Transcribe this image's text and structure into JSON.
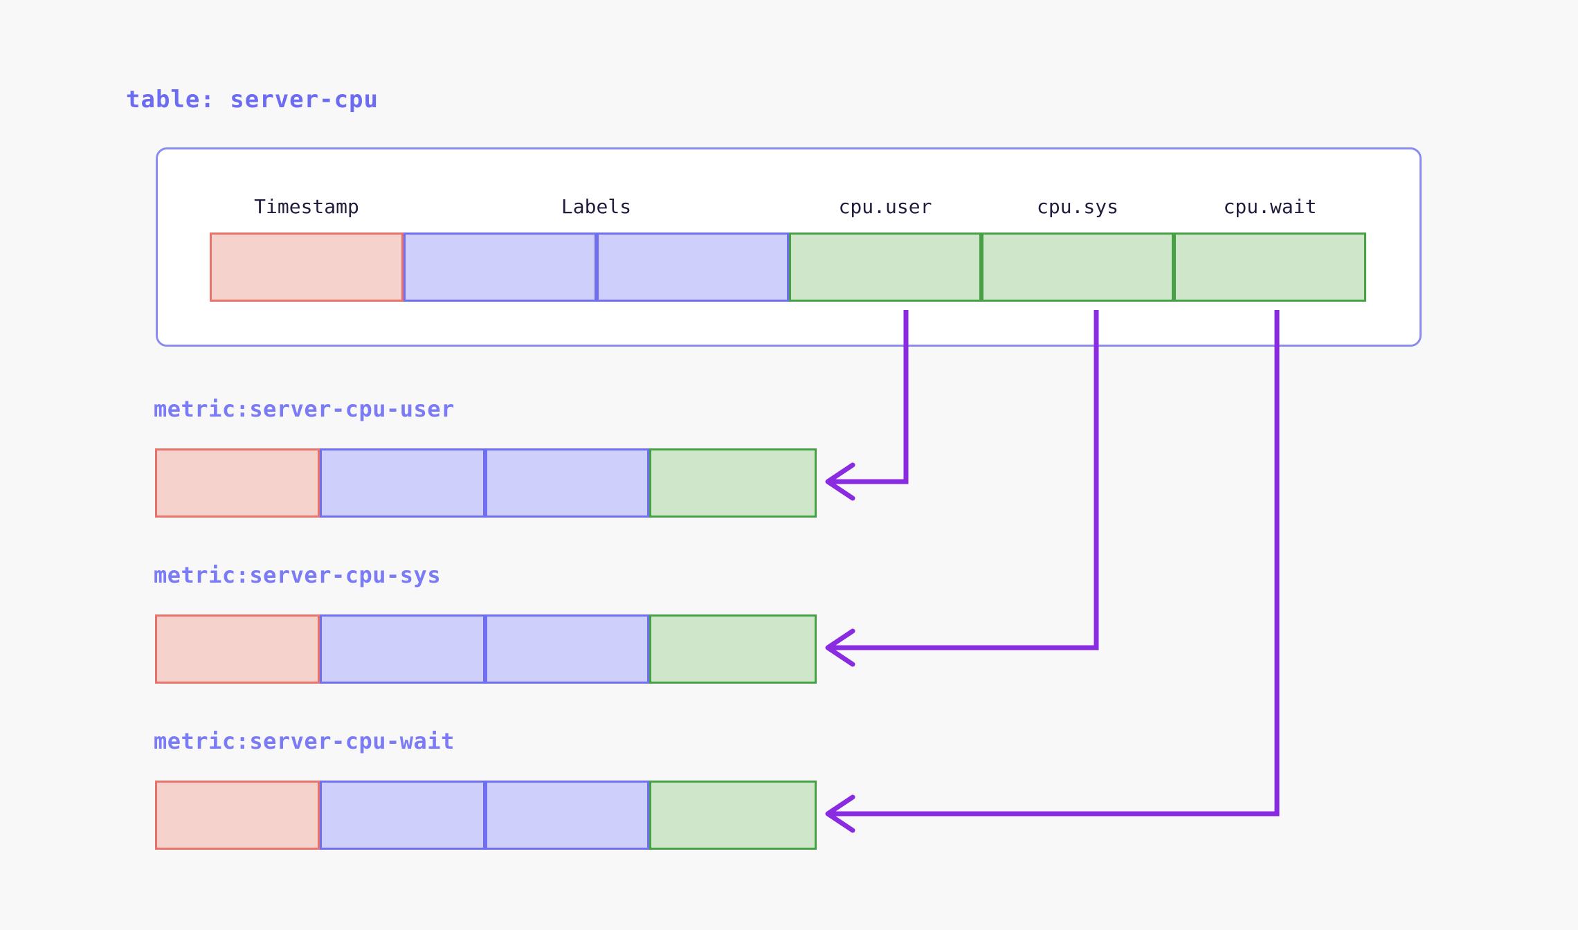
{
  "page": {
    "background_color": "#f8f8f8",
    "title_color": "#6c6cf2",
    "metric_title_color": "#7b7bf5",
    "header_text_color": "#241c3d",
    "arrow_color": "#8a2be2"
  },
  "table": {
    "title": "table: server-cpu",
    "container_border_color": "#8b8bf0",
    "columns": [
      {
        "label": "Timestamp",
        "type": "timestamp",
        "fill": "#f6d2cd",
        "stroke": "#e8736a"
      },
      {
        "label": "Labels",
        "type": "labels",
        "fill": "#cfcffb",
        "stroke": "#6f6ff0"
      },
      {
        "label": "",
        "type": "labels",
        "fill": "#cfcffb",
        "stroke": "#6f6ff0"
      },
      {
        "label": "cpu.user",
        "type": "value",
        "fill": "#cfe6cb",
        "stroke": "#46a046"
      },
      {
        "label": "cpu.sys",
        "type": "value",
        "fill": "#cfe6cb",
        "stroke": "#46a046"
      },
      {
        "label": "cpu.wait",
        "type": "value",
        "fill": "#cfe6cb",
        "stroke": "#46a046"
      }
    ]
  },
  "metrics": [
    {
      "title": "metric:server-cpu-user",
      "source_column": "cpu.user",
      "cells": [
        {
          "type": "timestamp",
          "fill": "#f6d2cd",
          "stroke": "#e8736a"
        },
        {
          "type": "labels",
          "fill": "#cfcffb",
          "stroke": "#6f6ff0"
        },
        {
          "type": "labels",
          "fill": "#cfcffb",
          "stroke": "#6f6ff0"
        },
        {
          "type": "value",
          "fill": "#cfe6cb",
          "stroke": "#46a046"
        }
      ]
    },
    {
      "title": "metric:server-cpu-sys",
      "source_column": "cpu.sys",
      "cells": [
        {
          "type": "timestamp",
          "fill": "#f6d2cd",
          "stroke": "#e8736a"
        },
        {
          "type": "labels",
          "fill": "#cfcffb",
          "stroke": "#6f6ff0"
        },
        {
          "type": "labels",
          "fill": "#cfcffb",
          "stroke": "#6f6ff0"
        },
        {
          "type": "value",
          "fill": "#cfe6cb",
          "stroke": "#46a046"
        }
      ]
    },
    {
      "title": "metric:server-cpu-wait",
      "source_column": "cpu.wait",
      "cells": [
        {
          "type": "timestamp",
          "fill": "#f6d2cd",
          "stroke": "#e8736a"
        },
        {
          "type": "labels",
          "fill": "#cfcffb",
          "stroke": "#6f6ff0"
        },
        {
          "type": "labels",
          "fill": "#cfcffb",
          "stroke": "#6f6ff0"
        },
        {
          "type": "value",
          "fill": "#cfe6cb",
          "stroke": "#46a046"
        }
      ]
    }
  ],
  "connectors": [
    {
      "from": "cpu.user",
      "to": "metric:server-cpu-user"
    },
    {
      "from": "cpu.sys",
      "to": "metric:server-cpu-sys"
    },
    {
      "from": "cpu.wait",
      "to": "metric:server-cpu-wait"
    }
  ]
}
